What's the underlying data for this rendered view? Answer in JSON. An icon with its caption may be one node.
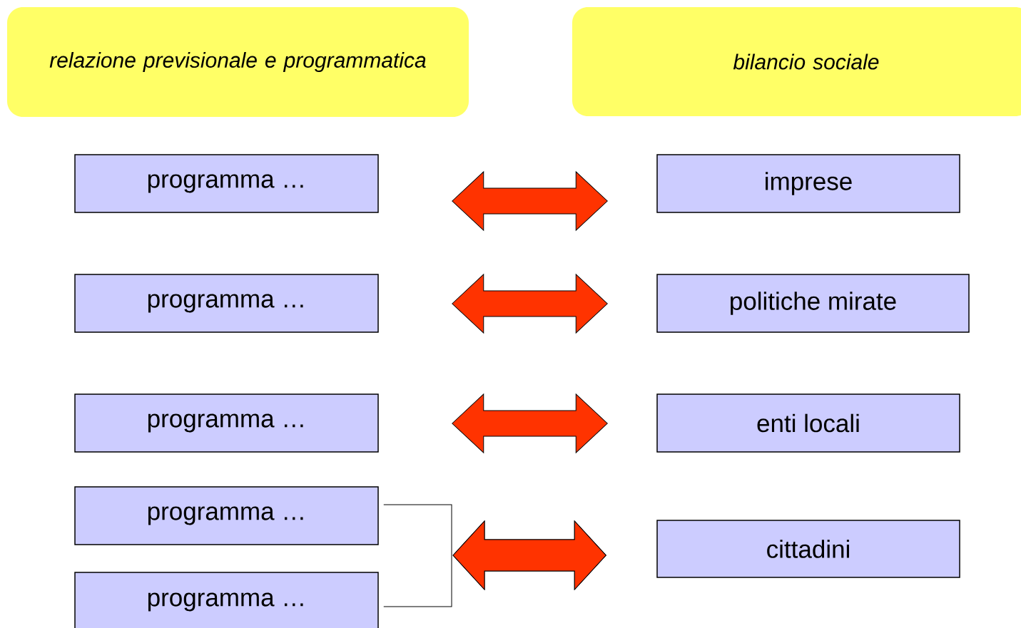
{
  "diagram": {
    "nodes": [
      {
        "text": [
          "relazione previsionale e programmatica"
        ]
      },
      {
        "text": [
          "bilancio sociale"
        ]
      },
      {
        "text": [
          "programma …"
        ]
      },
      {
        "text": [
          "imprese"
        ]
      },
      {
        "text": [
          "programma …"
        ]
      },
      {
        "text": [
          "politiche mirate"
        ]
      },
      {
        "text": [
          "programma …"
        ]
      },
      {
        "text": [
          "enti locali"
        ]
      },
      {
        "text": [
          "programma …"
        ]
      },
      {
        "text": [
          "programma …"
        ]
      },
      {
        "text": [
          "cittadini"
        ]
      }
    ],
    "edges": [
      {
        "from": 2,
        "to": 3,
        "arrow": "both"
      },
      {
        "from": 4,
        "to": 5,
        "arrow": "both"
      },
      {
        "from": 6,
        "to": 7,
        "arrow": "both"
      },
      {
        "from": 8,
        "to": 10,
        "arrow": "both"
      },
      {
        "from": 9,
        "to": 10,
        "arrow": "both"
      }
    ]
  }
}
